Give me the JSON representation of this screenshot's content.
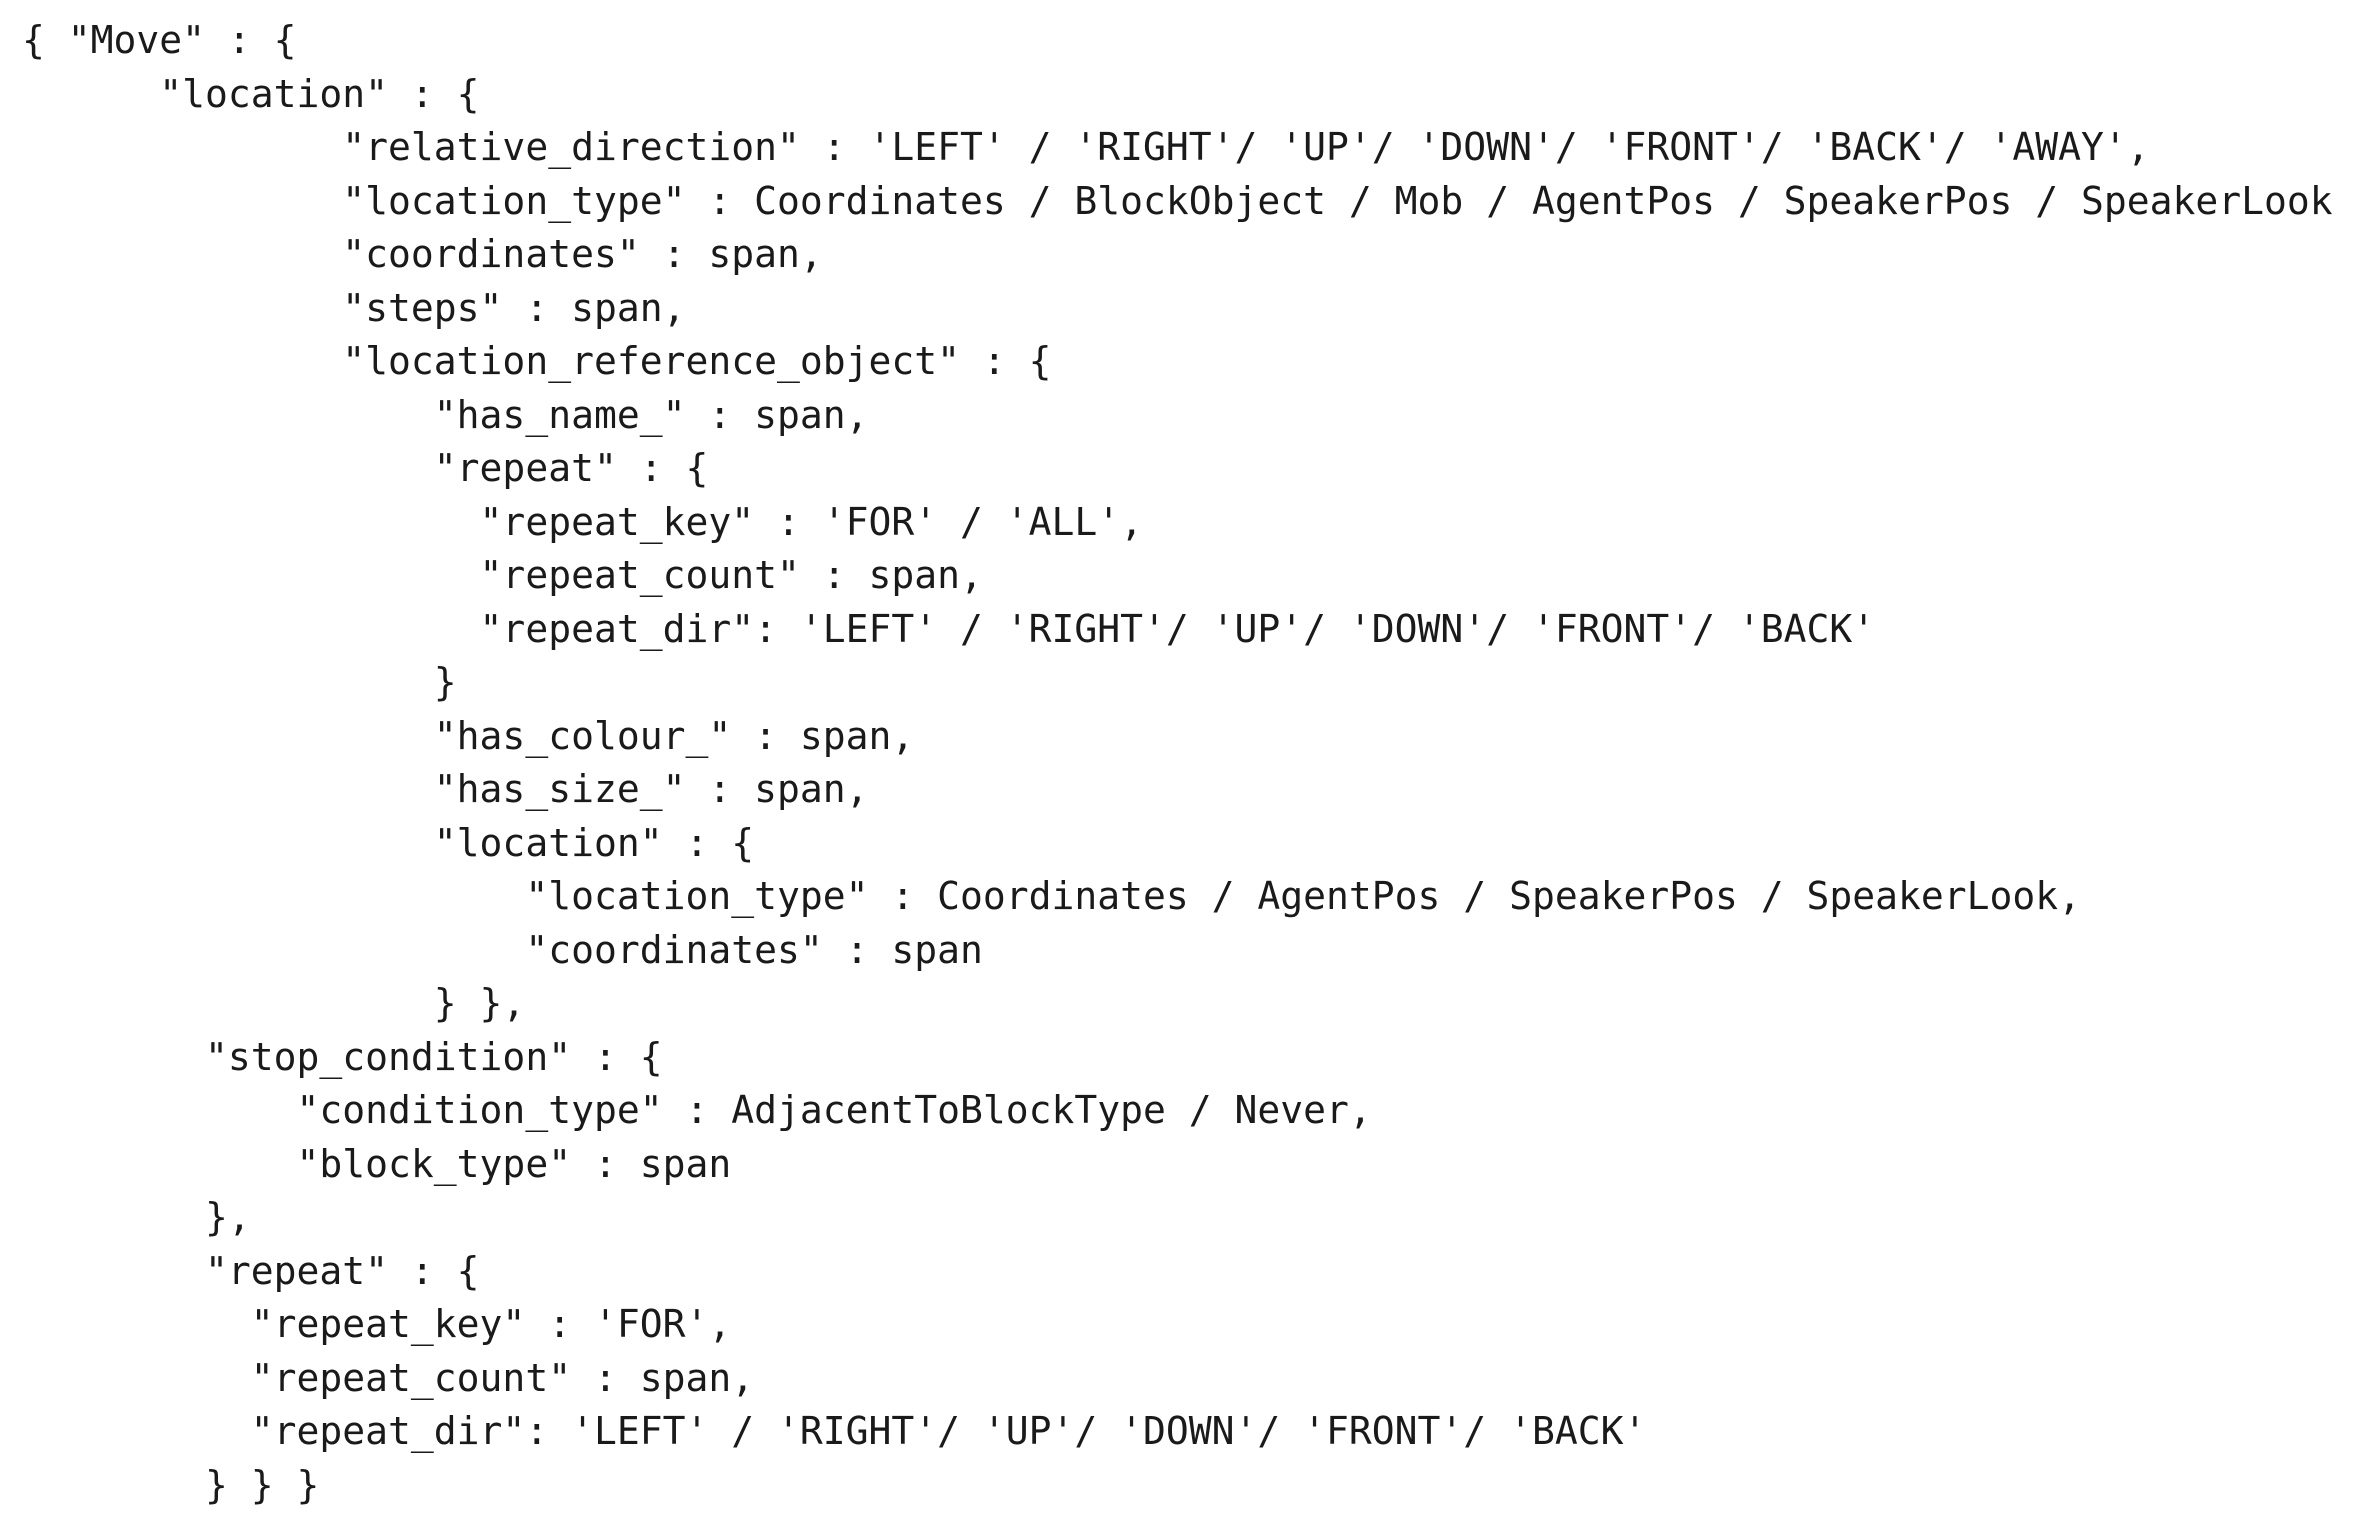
{
  "code": {
    "lines": [
      "{ \"Move\" : {",
      "      \"location\" : {",
      "              \"relative_direction\" : 'LEFT' / 'RIGHT'/ 'UP'/ 'DOWN'/ 'FRONT'/ 'BACK'/ 'AWAY',",
      "              \"location_type\" : Coordinates / BlockObject / Mob / AgentPos / SpeakerPos / SpeakerLook",
      "              \"coordinates\" : span,",
      "              \"steps\" : span,",
      "              \"location_reference_object\" : {",
      "                  \"has_name_\" : span,",
      "                  \"repeat\" : {",
      "                    \"repeat_key\" : 'FOR' / 'ALL',",
      "                    \"repeat_count\" : span,",
      "                    \"repeat_dir\": 'LEFT' / 'RIGHT'/ 'UP'/ 'DOWN'/ 'FRONT'/ 'BACK'",
      "                  }",
      "                  \"has_colour_\" : span,",
      "                  \"has_size_\" : span,",
      "                  \"location\" : {",
      "                      \"location_type\" : Coordinates / AgentPos / SpeakerPos / SpeakerLook,",
      "                      \"coordinates\" : span",
      "                  } },",
      "        \"stop_condition\" : {",
      "            \"condition_type\" : AdjacentToBlockType / Never,",
      "            \"block_type\" : span",
      "        },",
      "        \"repeat\" : {",
      "          \"repeat_key\" : 'FOR',",
      "          \"repeat_count\" : span,",
      "          \"repeat_dir\": 'LEFT' / 'RIGHT'/ 'UP'/ 'DOWN'/ 'FRONT'/ 'BACK'",
      "        } } }"
    ]
  }
}
